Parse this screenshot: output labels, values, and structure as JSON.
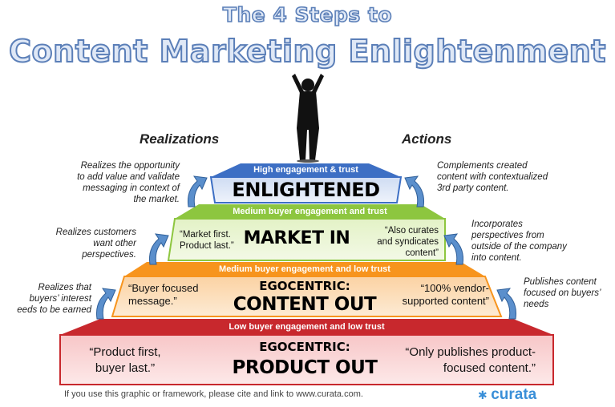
{
  "title": {
    "line1": "The 4 Steps to",
    "line2": "Content Marketing Enlightenment"
  },
  "columns": {
    "left": "Realizations",
    "right": "Actions"
  },
  "tiers": [
    {
      "band_label": "High engagement  & trust",
      "name": "ENLIGHTENED",
      "realization": [
        "Realizes the opportunity",
        "to add value and validate",
        "messaging in context of",
        "the market."
      ],
      "action": [
        "Complements created",
        "content with contextualized",
        "3rd party content."
      ]
    },
    {
      "band_label": "Medium buyer engagement  and trust",
      "name": "MARKET IN",
      "quote_left": [
        "“Market first.",
        "Product  last.”"
      ],
      "quote_right": [
        "“Also curates",
        "and syndicates",
        "content”"
      ],
      "realization": [
        "Realizes customers",
        "want other",
        "perspectives."
      ],
      "action": [
        "Incorporates",
        "perspectives  from",
        "outside of the company",
        "into content."
      ]
    },
    {
      "band_label": "Medium buyer engagement  and low trust",
      "prefix": "EGOCENTRIC:",
      "name": "CONTENT OUT",
      "quote_left": [
        "“Buyer focused",
        "message.”"
      ],
      "quote_right": [
        "“100% vendor-",
        "supported content”"
      ],
      "realization": [
        "Realizes that",
        "buyers’ interest",
        "eeds to be earned"
      ],
      "action": [
        "Publishes content",
        "focused on buyers’",
        "needs"
      ]
    },
    {
      "band_label": "Low buyer  engagement  and low trust",
      "prefix": "EGOCENTRIC:",
      "name": "PRODUCT OUT",
      "quote_left": [
        "“Product first,",
        "buyer last.”"
      ],
      "quote_right": [
        "“Only publishes product-",
        "focused content.”"
      ]
    }
  ],
  "footer": "If you use this graphic or framework, please cite and link to www.curata.com.",
  "logo": "curata",
  "colors": {
    "tier1": "#3d6fc4",
    "tier2": "#8dc63f",
    "tier3": "#f7941d",
    "tier4": "#c8282d",
    "arrow": "#5b8fcc"
  },
  "icons": [
    "person-raising-arms-icon",
    "curved-arrow-icon",
    "curata-logo-icon"
  ]
}
